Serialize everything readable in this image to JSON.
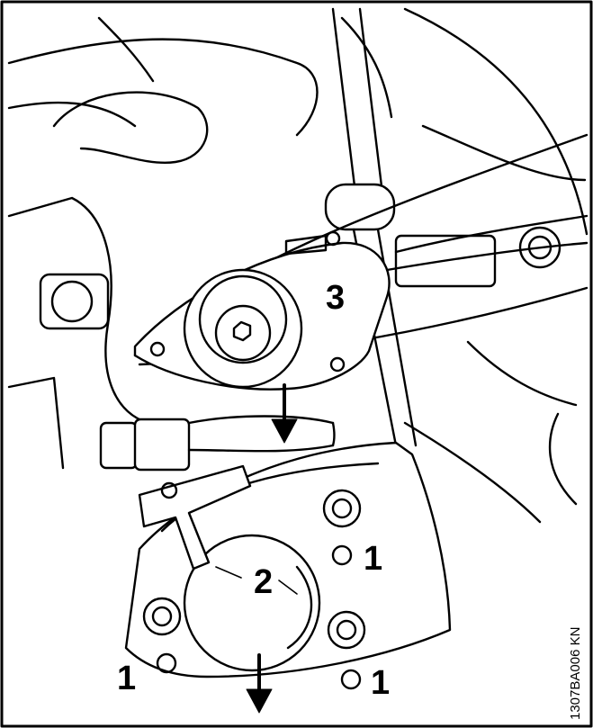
{
  "figure_id": "1307BA006 KN",
  "callouts": {
    "c1a": "1",
    "c1b": "1",
    "c1c": "1",
    "c2": "2",
    "c3": "3"
  }
}
